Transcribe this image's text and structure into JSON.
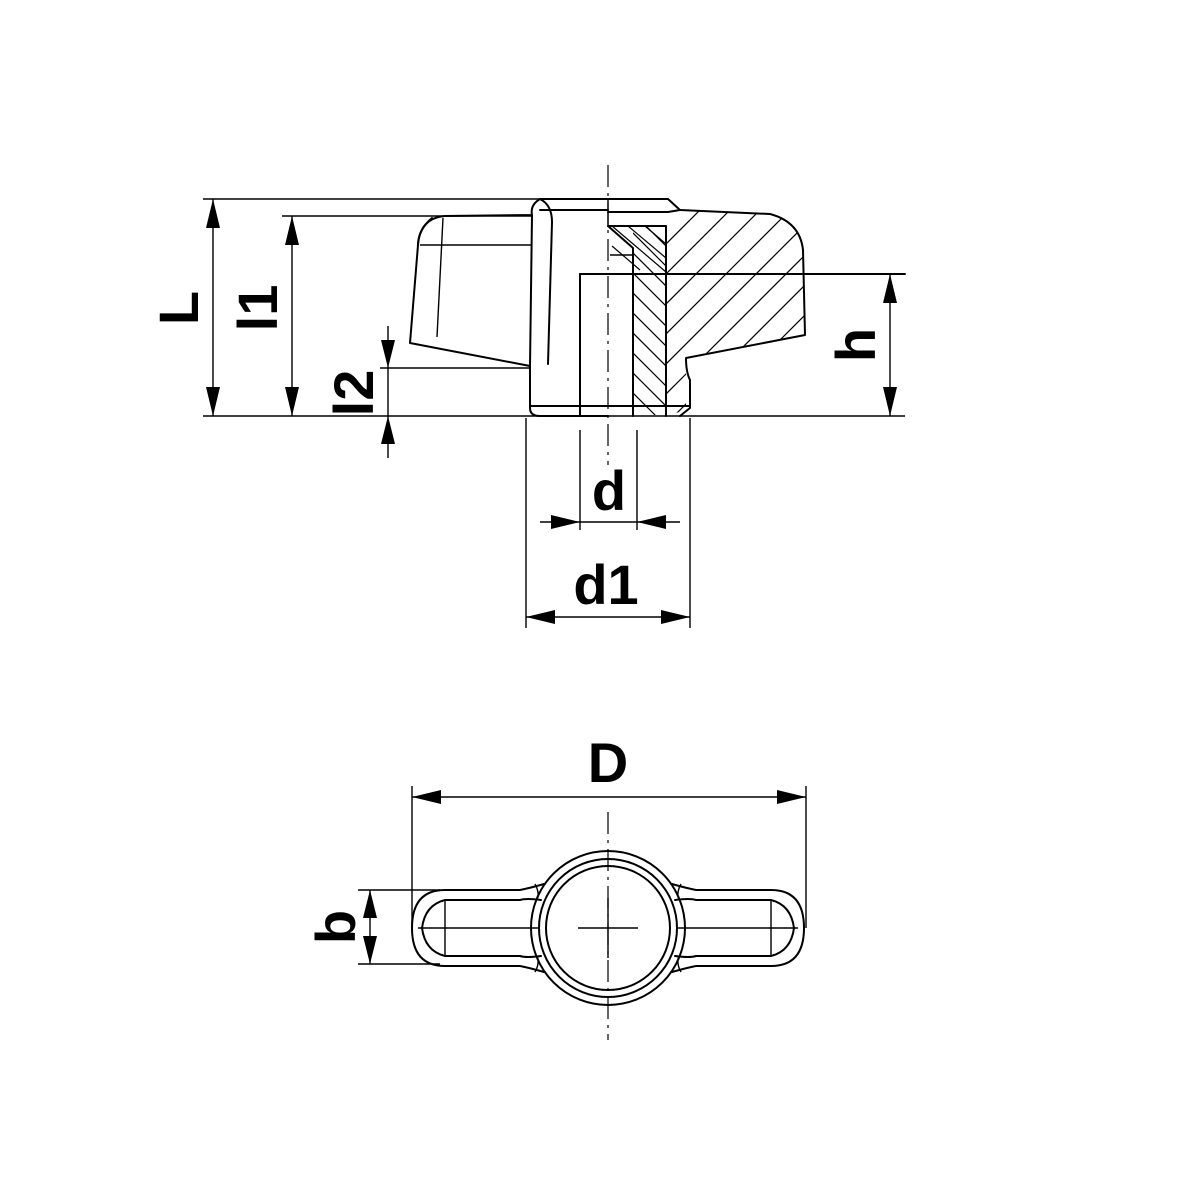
{
  "labels": {
    "L": "L",
    "l1": "l1",
    "l2": "l2",
    "h": "h",
    "d": "d",
    "d1": "d1",
    "D": "D",
    "b": "b"
  }
}
